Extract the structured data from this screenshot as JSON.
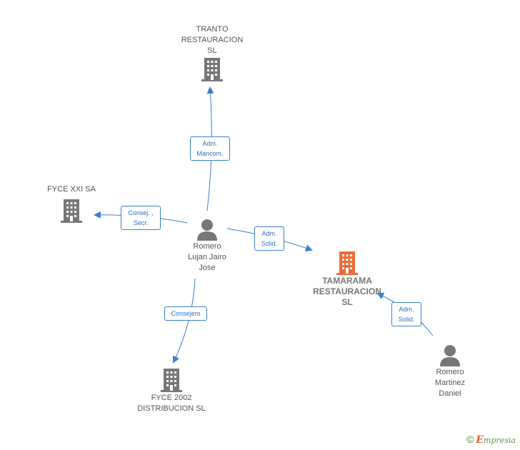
{
  "nodes": {
    "tranto": {
      "label": "TRANTO\nRESTAURACION\nSL",
      "type": "company"
    },
    "fyce_xxi": {
      "label": "FYCE XXI SA",
      "type": "company"
    },
    "romero_lujan": {
      "label": "Romero\nLujan Jairo\nJose",
      "type": "person"
    },
    "tamarama": {
      "label": "TAMARAMA\nRESTAURACION\nSL",
      "type": "company-main"
    },
    "fyce_2002": {
      "label": "FYCE 2002\nDISTRIBUCION SL",
      "type": "company"
    },
    "romero_martinez": {
      "label": "Romero\nMartinez\nDaniel",
      "type": "person"
    }
  },
  "edges": {
    "adm_mancom": "Adm.\nMancom.",
    "consej_secr": "Consej. ,\nSecr.",
    "adm_solid_1": "Adm.\nSolid.",
    "consejero": "Consejero",
    "adm_solid_2": "Adm.\nSolid."
  },
  "colors": {
    "edge": "#3b7fd1",
    "company": "#777777",
    "main_company": "#f06a35",
    "person": "#777777"
  },
  "footer": {
    "copyright": "©",
    "brand_first": "E",
    "brand_rest": "mpresia"
  }
}
